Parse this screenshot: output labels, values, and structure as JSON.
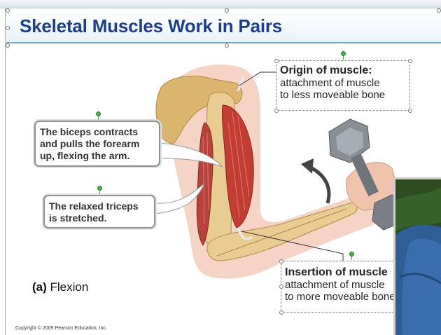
{
  "slide": {
    "title": "Skeletal Muscles Work in Pairs",
    "copyright": "Copyright © 2009 Pearson Education, Inc.",
    "figure_label_letter": "(a)",
    "figure_label_text": "Flexion"
  },
  "callouts": {
    "biceps": [
      "The biceps contracts",
      "and pulls the forearm",
      "up, flexing the arm."
    ],
    "triceps": [
      "The relaxed triceps",
      "is stretched."
    ]
  },
  "labels": {
    "origin": {
      "title": "Origin of muscle:",
      "lines": [
        "attachment of muscle",
        "to less moveable bone"
      ]
    },
    "insertion": {
      "title": "Insertion of muscle",
      "lines": [
        "attachment of muscle",
        "to more moveable bone"
      ]
    }
  },
  "icons": [
    "dumbbell-icon",
    "curved-arrow-icon"
  ],
  "colors": {
    "title": "#1c3f87",
    "muscle": "#c0392b",
    "bone": "#d9b77a",
    "accent_rule": "#7da3c6"
  }
}
